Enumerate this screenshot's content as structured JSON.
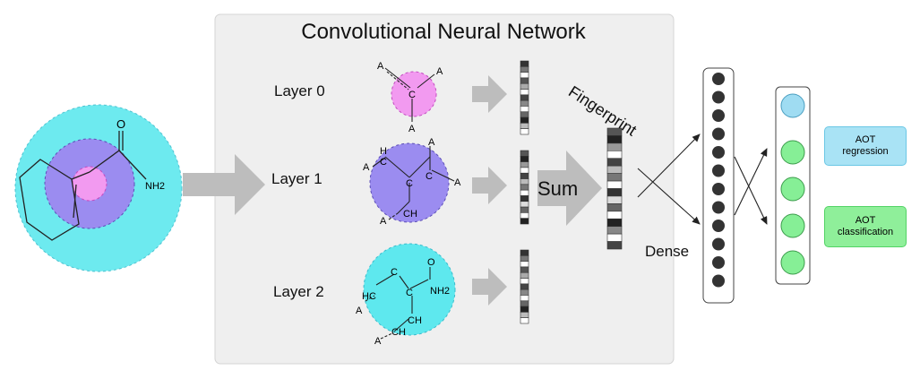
{
  "cnn": {
    "title": "Convolutional Neural Network"
  },
  "layers": [
    {
      "label": "Layer 0"
    },
    {
      "label": "Layer 1"
    },
    {
      "label": "Layer 2"
    }
  ],
  "sum_label": "Sum",
  "fingerprint_label": "Fingerprint",
  "dense_label": "Dense",
  "molecule": {
    "amide_label": "NH2",
    "atoms": [
      "O",
      "NH2"
    ]
  },
  "layer0_atoms": [
    "A",
    "A",
    "C",
    "A"
  ],
  "layer1_atoms": [
    "H",
    "C",
    "A",
    "A",
    "C",
    "A",
    "C",
    "A",
    "CH"
  ],
  "layer2_atoms": [
    "O",
    "HC",
    "C",
    "C",
    "NH2",
    "CH",
    "A",
    "CH",
    "A"
  ],
  "outputs": {
    "regression": {
      "line1": "AOT",
      "line2": "regression"
    },
    "classification": {
      "line1": "AOT",
      "line2": "classification"
    }
  },
  "colors": {
    "layer0_circle": "#f29af0",
    "layer1_circle": "#9b8cf0",
    "layer2_circle": "#5ee8ee",
    "arrow_gray": "#bdbdbd",
    "regression_node": "#9fdcf2",
    "classification_node": "#86ef96"
  }
}
